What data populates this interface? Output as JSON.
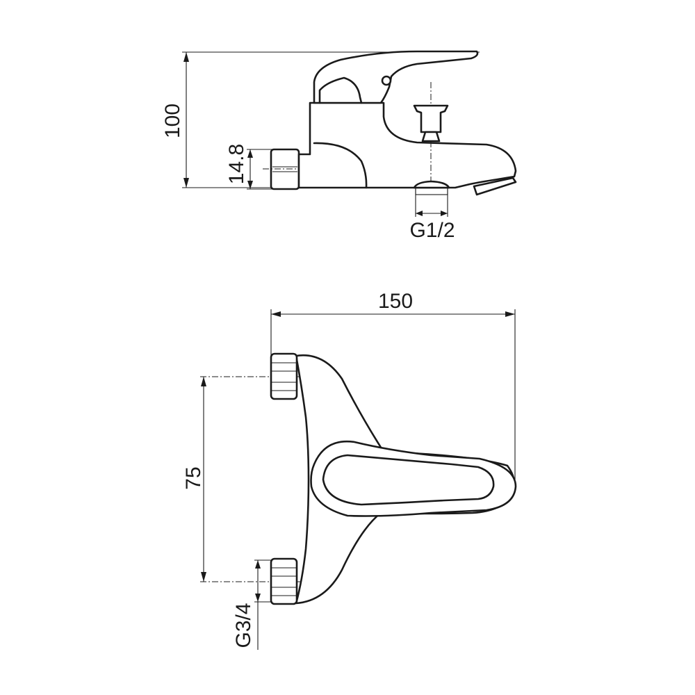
{
  "drawing": {
    "side_view": {
      "height_label": "100",
      "nut_height_label": "14.8",
      "outlet_thread_label": "G1/2"
    },
    "top_view": {
      "width_label": "150",
      "centers_label": "75",
      "inlet_thread_label": "G3/4"
    },
    "colors": {
      "line": "#1a1a1a",
      "background": "#ffffff"
    }
  }
}
